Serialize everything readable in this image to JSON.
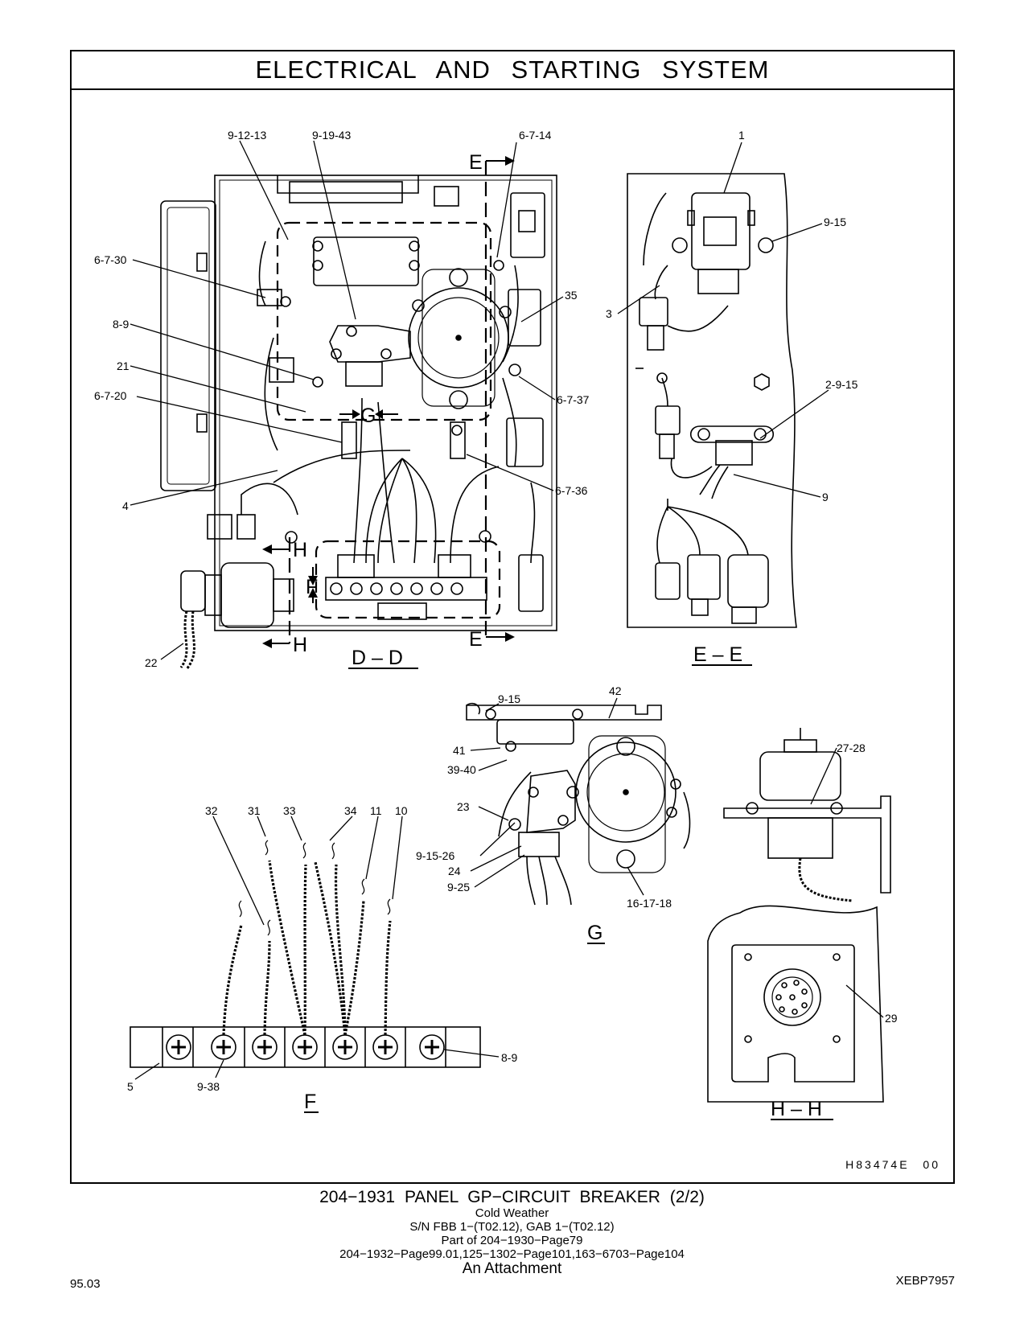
{
  "header": {
    "title": "ELECTRICAL AND STARTING SYSTEM"
  },
  "drawing_code": "H83474E 00",
  "sections": {
    "dd": "D – D",
    "ee": "E – E",
    "g": "G",
    "f": "F",
    "hh": "H – H"
  },
  "markers": {
    "e": "E",
    "g": "G",
    "h": "H",
    "f": "F"
  },
  "callouts": {
    "c_9_12_13": "9-12-13",
    "c_9_19_43": "9-19-43",
    "c_6_7_14": "6-7-14",
    "c_6_7_30": "6-7-30",
    "c_35": "35",
    "c_8_9_dd": "8-9",
    "c_21": "21",
    "c_6_7_20": "6-7-20",
    "c_6_7_37": "6-7-37",
    "c_4": "4",
    "c_6_7_36": "6-7-36",
    "c_22": "22",
    "c_1": "1",
    "c_9_15_ee": "9-15",
    "c_3": "3",
    "c_2_9_15": "2-9-15",
    "c_9_ee": "9",
    "c_9_15_g": "9-15",
    "c_42": "42",
    "c_41": "41",
    "c_39_40": "39-40",
    "c_23": "23",
    "c_9_15_26": "9-15-26",
    "c_24": "24",
    "c_9_25": "9-25",
    "c_16_17_18": "16-17-18",
    "c_27_28": "27-28",
    "c_29": "29",
    "c_32": "32",
    "c_31": "31",
    "c_33": "33",
    "c_34": "34",
    "c_11": "11",
    "c_10": "10",
    "c_8_9_f": "8-9",
    "c_5": "5",
    "c_9_38": "9-38"
  },
  "footer": {
    "main": "204−1931 PANEL GP−CIRCUIT BREAKER (2/2)",
    "line1": "Cold Weather",
    "line2": "S/N FBB 1−(T02.12), GAB 1−(T02.12)",
    "line3": "Part of 204−1930−Page79",
    "line4": "204−1932−Page99.01,125−1302−Page101,163−6703−Page104",
    "line5": "An Attachment"
  },
  "page_number": "95.03",
  "page_code": "XEBP7957"
}
